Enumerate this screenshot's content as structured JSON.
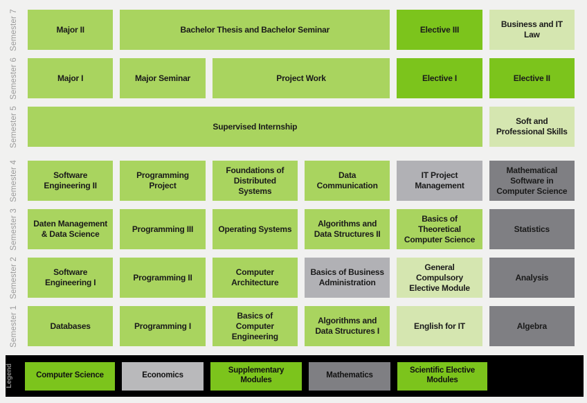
{
  "colors": {
    "background": "#f1f1f0",
    "module_green": "#a9d45f",
    "bright_green": "#7cc41c",
    "pale_green": "#d5e6b0",
    "medium_gray": "#b1b1b5",
    "legend_light_gray": "#b9b9bb",
    "dark_gray": "#7f7f83",
    "bar_black": "#000000"
  },
  "semesters": [
    {
      "label": "Semester 7",
      "modules": [
        {
          "title": "Major II",
          "span": 1,
          "type": "cs"
        },
        {
          "title": "Bachelor Thesis and Bachelor Seminar",
          "span": 3,
          "type": "cs"
        },
        {
          "title": "Elective III",
          "span": 1,
          "type": "elective"
        },
        {
          "title": "Business and IT Law",
          "span": 1,
          "type": "supplementary"
        }
      ]
    },
    {
      "label": "Semester 6",
      "modules": [
        {
          "title": "Major I",
          "span": 1,
          "type": "cs"
        },
        {
          "title": "Major Seminar",
          "span": 1,
          "type": "cs"
        },
        {
          "title": "Project Work",
          "span": 2,
          "type": "cs"
        },
        {
          "title": "Elective I",
          "span": 1,
          "type": "elective"
        },
        {
          "title": "Elective II",
          "span": 1,
          "type": "elective"
        }
      ]
    },
    {
      "label": "Semester 5",
      "modules": [
        {
          "title": "Supervised Internship",
          "span": 5,
          "type": "cs"
        },
        {
          "title": "Soft and Professional Skills",
          "span": 1,
          "type": "supplementary"
        }
      ]
    },
    {
      "label": "Semester 4",
      "modules": [
        {
          "title": "Software Engineering II",
          "span": 1,
          "type": "cs"
        },
        {
          "title": "Programming Project",
          "span": 1,
          "type": "cs"
        },
        {
          "title": "Foundations of Distributed Systems",
          "span": 1,
          "type": "cs"
        },
        {
          "title": "Data Communication",
          "span": 1,
          "type": "cs"
        },
        {
          "title": "IT Project Management",
          "span": 1,
          "type": "economics"
        },
        {
          "title": "Mathematical Software in Computer Science",
          "span": 1,
          "type": "math"
        }
      ]
    },
    {
      "label": "Semester 3",
      "modules": [
        {
          "title": "Daten Management & Data Science",
          "span": 1,
          "type": "cs"
        },
        {
          "title": "Programming III",
          "span": 1,
          "type": "cs"
        },
        {
          "title": "Operating Systems",
          "span": 1,
          "type": "cs"
        },
        {
          "title": "Algorithms and Data Structures II",
          "span": 1,
          "type": "cs"
        },
        {
          "title": "Basics of Theoretical Computer Science",
          "span": 1,
          "type": "cs"
        },
        {
          "title": "Statistics",
          "span": 1,
          "type": "math"
        }
      ]
    },
    {
      "label": "Semester 2",
      "modules": [
        {
          "title": "Software Engineering I",
          "span": 1,
          "type": "cs"
        },
        {
          "title": "Programming II",
          "span": 1,
          "type": "cs"
        },
        {
          "title": "Computer Architecture",
          "span": 1,
          "type": "cs"
        },
        {
          "title": "Basics of Business Administration",
          "span": 1,
          "type": "economics"
        },
        {
          "title": "General Compulsory Elective Module",
          "span": 1,
          "type": "supplementary"
        },
        {
          "title": "Analysis",
          "span": 1,
          "type": "math"
        }
      ]
    },
    {
      "label": "Semester 1",
      "modules": [
        {
          "title": "Databases",
          "span": 1,
          "type": "cs"
        },
        {
          "title": "Programming I",
          "span": 1,
          "type": "cs"
        },
        {
          "title": "Basics of Computer Engineering",
          "span": 1,
          "type": "cs"
        },
        {
          "title": "Algorithms and Data Structures I",
          "span": 1,
          "type": "cs"
        },
        {
          "title": "English for IT",
          "span": 1,
          "type": "supplementary"
        },
        {
          "title": "Algebra",
          "span": 1,
          "type": "math"
        }
      ]
    }
  ],
  "legend": {
    "title": "Legend",
    "items": [
      {
        "label": "Computer Science",
        "type": "legend-green"
      },
      {
        "label": "Economics",
        "type": "legend-lightgray"
      },
      {
        "label": "Supplementary Modules",
        "type": "legend-green"
      },
      {
        "label": "Mathematics",
        "type": "legend-darkgray"
      },
      {
        "label": "Scientific Elective Modules",
        "type": "legend-green"
      }
    ]
  }
}
